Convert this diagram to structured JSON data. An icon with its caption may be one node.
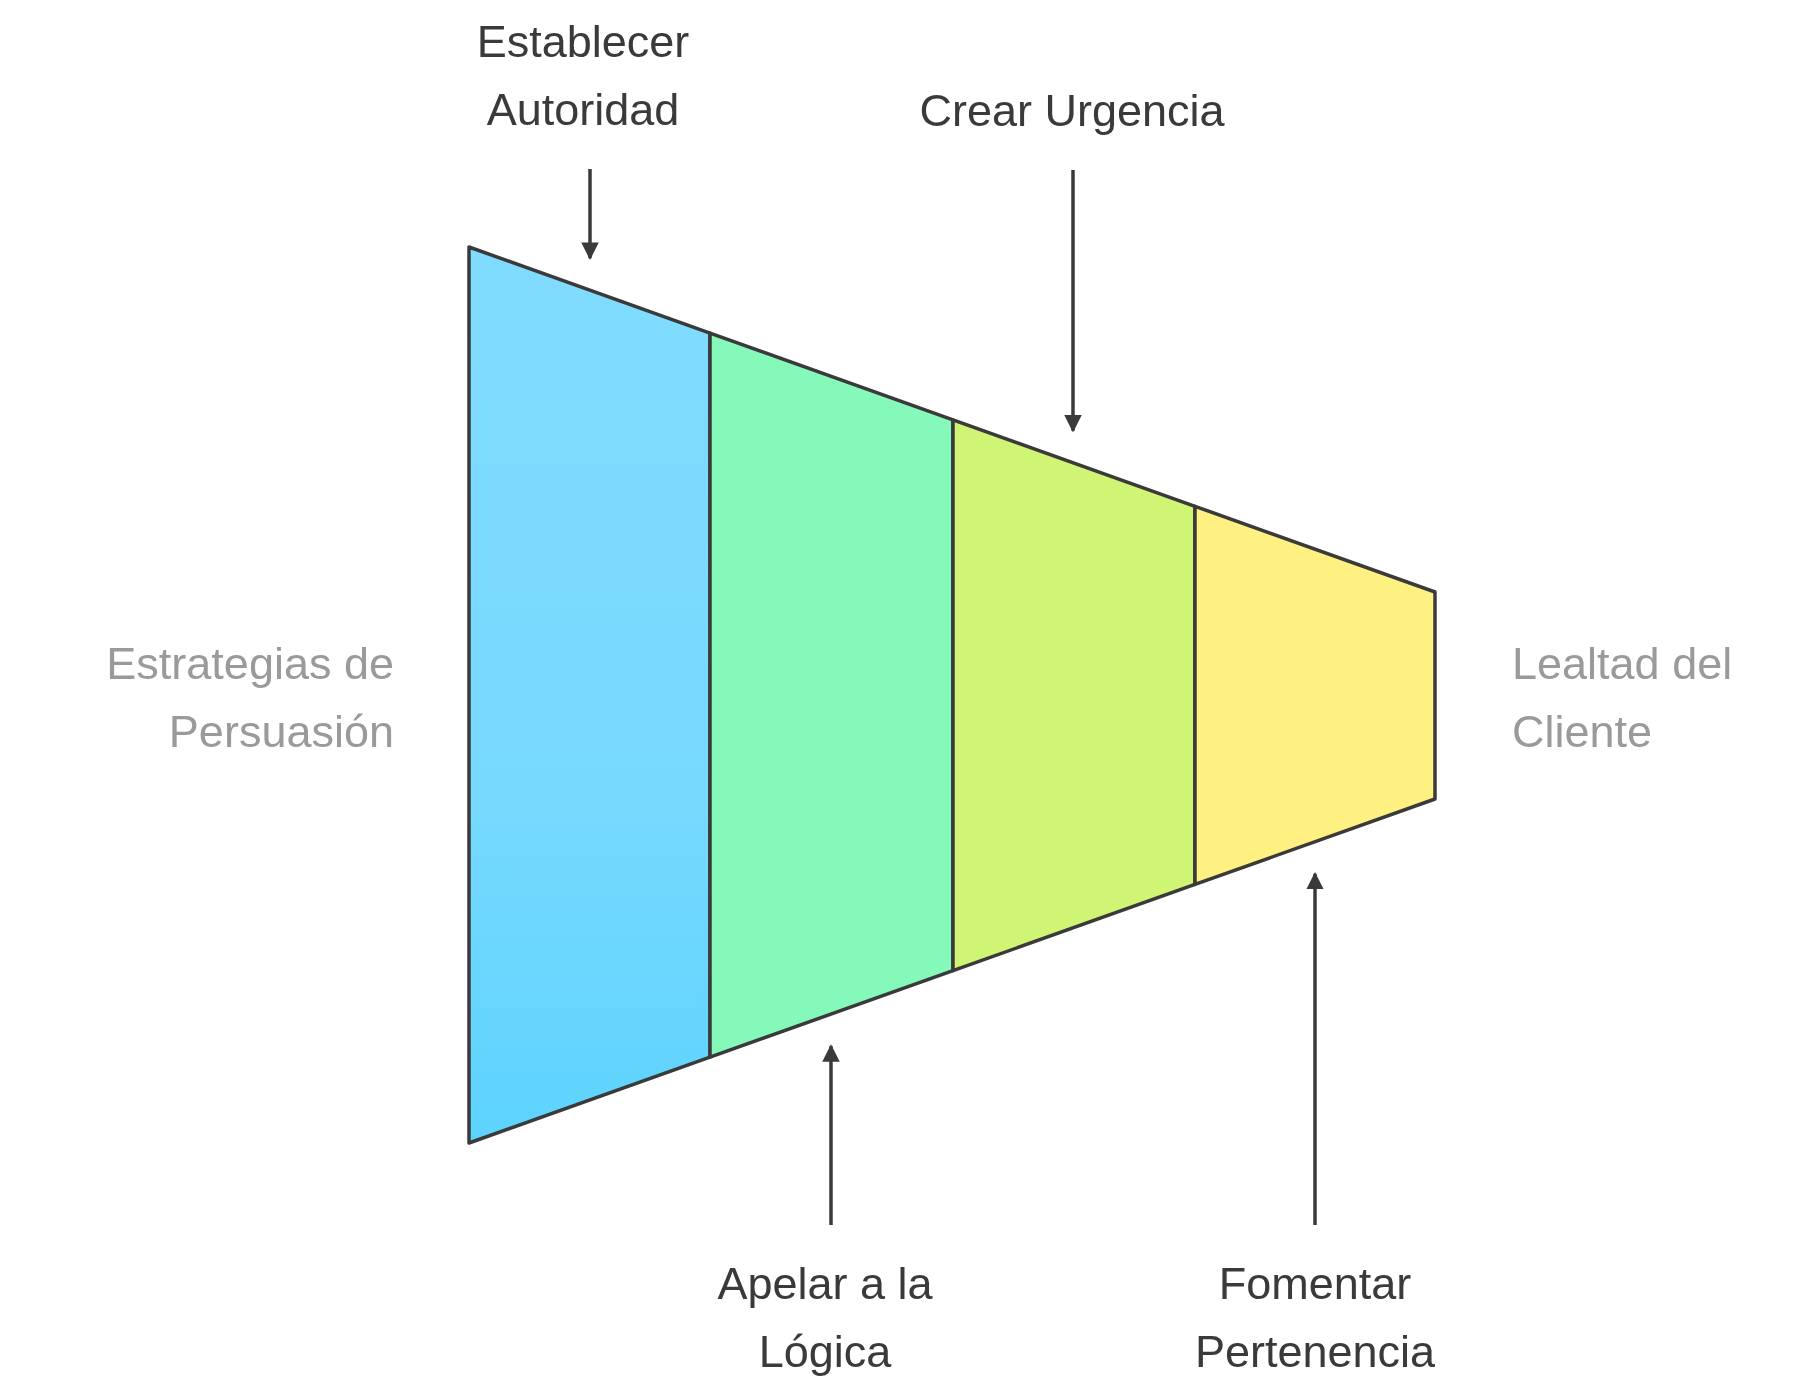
{
  "diagram": {
    "nodes": [
      {
        "text": [],
        "shape": "box"
      },
      {
        "text": [],
        "shape": "box"
      },
      {
        "text": [],
        "shape": "box"
      },
      {
        "text": [],
        "shape": "box"
      },
      {
        "text": [
          "Establecer Autoridad"
        ]
      },
      {
        "text": [
          "Crear Urgencia"
        ]
      },
      {
        "text": [
          "Apelar a la Lógica"
        ]
      },
      {
        "text": [
          "Fomentar Pertenencia"
        ]
      }
    ],
    "edges": [
      {
        "from": 4,
        "to": 0,
        "arrow": "to"
      },
      {
        "from": 5,
        "to": 2,
        "arrow": "to"
      },
      {
        "from": 6,
        "to": 1,
        "arrow": "to"
      },
      {
        "from": 7,
        "to": 3,
        "arrow": "to"
      }
    ],
    "labels": [
      "Estrategias de Persuasión",
      "Lealtad del Cliente"
    ]
  }
}
